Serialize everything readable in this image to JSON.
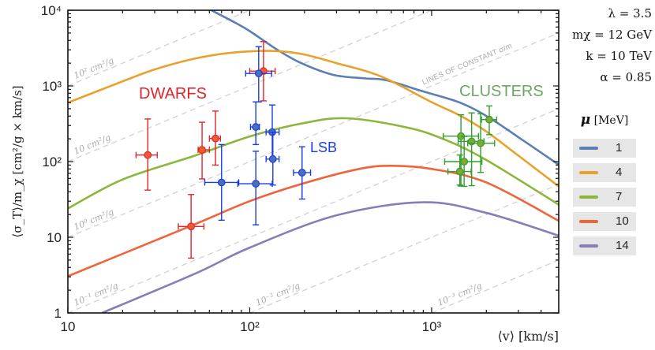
{
  "chart_data": {
    "type": "line",
    "xlabel": "⟨v⟩ [km/s]",
    "ylabel": "⟨σ_T⟩/m_χ [cm²/g × km/s]",
    "x_scale": "log",
    "y_scale": "log",
    "xlim": [
      10,
      5000
    ],
    "ylim": [
      1,
      10000
    ],
    "x_ticks": [
      {
        "value": 10,
        "label": "10"
      },
      {
        "value": 100,
        "label": "10²"
      },
      {
        "value": 1000,
        "label": "10³"
      }
    ],
    "y_ticks": [
      {
        "value": 1,
        "label": "1"
      },
      {
        "value": 10,
        "label": "10"
      },
      {
        "value": 100,
        "label": "10²"
      },
      {
        "value": 1000,
        "label": "10³"
      },
      {
        "value": 10000,
        "label": "10⁴"
      }
    ],
    "grid": false,
    "legend": {
      "title_symbol": "μ",
      "title_unit": "[MeV]",
      "placement": "right"
    },
    "series": [
      {
        "name": "1",
        "color": "#5b7fb5",
        "x": [
          61.5,
          80,
          100,
          142,
          192,
          288,
          428,
          563,
          870,
          1436,
          2075,
          3000,
          5000
        ],
        "y": [
          10000,
          7200,
          5300,
          3000,
          2000,
          1400,
          1260,
          1190,
          865,
          600,
          380,
          210,
          91
        ]
      },
      {
        "name": "4",
        "color": "#e8a22c",
        "x": [
          10,
          20,
          30,
          50,
          80,
          130,
          192,
          300,
          525,
          1000,
          1436,
          2000,
          3000,
          5000
        ],
        "y": [
          600,
          1150,
          1650,
          2300,
          2750,
          2900,
          2650,
          2000,
          1340,
          610,
          405,
          250,
          120,
          47
        ]
      },
      {
        "name": "7",
        "color": "#8db63c",
        "x": [
          10,
          20,
          50,
          100,
          192,
          340,
          733,
          1170,
          2000,
          5000
        ],
        "y": [
          24,
          58,
          120,
          215,
          318,
          374,
          282,
          197,
          105,
          27
        ]
      },
      {
        "name": "10",
        "color": "#f0643c",
        "x": [
          10,
          47,
          100,
          200,
          400,
          600,
          1000,
          2000,
          5000
        ],
        "y": [
          3.06,
          14,
          30,
          52,
          80,
          88,
          80,
          53,
          16.5
        ]
      },
      {
        "name": "14",
        "color": "#8a7cb9",
        "x": [
          15.4,
          50,
          100,
          300,
          900,
          2000,
          5000
        ],
        "y": [
          1,
          3.3,
          7.3,
          19.5,
          29,
          21,
          10.5
        ]
      }
    ],
    "constant_lines": {
      "title": "LINES OF CONSTANT σ/m",
      "lines": [
        {
          "value": 100,
          "label": "10² cm²/g",
          "label_x": 11
        },
        {
          "value": 10,
          "label": "10 cm²/g",
          "label_x": 11
        },
        {
          "value": 1,
          "label": "10⁰ cm²/g",
          "label_x": 11
        },
        {
          "value": 0.1,
          "label": "10⁻¹ cm²/g",
          "label_x": 11
        },
        {
          "value": 0.01,
          "label": "10⁻² cm²/g",
          "label_x": 110
        },
        {
          "value": 0.001,
          "label": "10⁻³ cm²/g",
          "label_x": 1100
        }
      ]
    },
    "datasets": [
      {
        "name": "DWARFS",
        "color": "#e0262a",
        "fill": "#f05a34",
        "label_color": "#e0262a",
        "points": [
          {
            "x": 27.5,
            "y": 122,
            "xerr": [
              23.7,
              31
            ],
            "yerr": [
              42,
              366
            ]
          },
          {
            "x": 47.6,
            "y": 13.9,
            "xerr": [
              40.5,
              56
            ],
            "yerr": [
              5.3,
              36.7
            ]
          },
          {
            "x": 54.7,
            "y": 143,
            "xerr": [
              52,
              60
            ],
            "yerr": [
              59,
              331
            ]
          },
          {
            "x": 64.8,
            "y": 202,
            "xerr": [
              60,
              69
            ],
            "yerr": [
              90,
              465
            ]
          },
          {
            "x": 119,
            "y": 1570,
            "xerr": [
              100,
              138
            ],
            "yerr": [
              635,
              3860
            ]
          }
        ]
      },
      {
        "name": "LSB",
        "color": "#1a3ce0",
        "fill": "#4a70b8",
        "label_color": "#1a3ce0",
        "points": [
          {
            "x": 112,
            "y": 1460,
            "xerr": [
              95,
              132
            ],
            "yerr": [
              615,
              3300
            ]
          },
          {
            "x": 108,
            "y": 287,
            "xerr": [
              101,
              113
            ],
            "yerr": [
              168,
              615
            ]
          },
          {
            "x": 108,
            "y": 51,
            "xerr": [
              86,
              133
            ],
            "yerr": [
              14.6,
              137
            ]
          },
          {
            "x": 133,
            "y": 245,
            "xerr": [
              123,
              145
            ],
            "yerr": [
              108,
              560
            ]
          },
          {
            "x": 134,
            "y": 108,
            "xerr": [
              123,
              145
            ],
            "yerr": [
              49,
              245
            ]
          },
          {
            "x": 70,
            "y": 53,
            "xerr": [
              56.6,
              87
            ],
            "yerr": [
              16.8,
              168
            ]
          },
          {
            "x": 194,
            "y": 71.5,
            "xerr": [
              174,
              216
            ],
            "yerr": [
              32,
              157
            ]
          }
        ]
      },
      {
        "name": "CLUSTERS",
        "color": "#2ea02c",
        "fill": "#80a832",
        "label_color": "#6aa860",
        "points": [
          {
            "x": 2075,
            "y": 359,
            "xerr": [
              1880,
              2280
            ],
            "yerr": [
              227,
              544
            ]
          },
          {
            "x": 1450,
            "y": 217,
            "xerr": [
              1160,
              1810
            ],
            "yerr": [
              47.5,
              415
            ]
          },
          {
            "x": 1660,
            "y": 185,
            "xerr": [
              1400,
              1940
            ],
            "yerr": [
              48,
              440
            ]
          },
          {
            "x": 1860,
            "y": 175,
            "xerr": [
              1580,
              2220
            ],
            "yerr": [
              72,
              430
            ]
          },
          {
            "x": 1510,
            "y": 100,
            "xerr": [
              1180,
              1890
            ],
            "yerr": [
              47,
              215
            ]
          },
          {
            "x": 1430,
            "y": 74,
            "xerr": [
              1230,
              1650
            ],
            "yerr": [
              49,
              122
            ]
          }
        ]
      }
    ]
  },
  "parameters": [
    "λ = 3.5",
    "mχ = 12 GeV",
    "k = 10 TeV",
    "α = 0.85"
  ]
}
